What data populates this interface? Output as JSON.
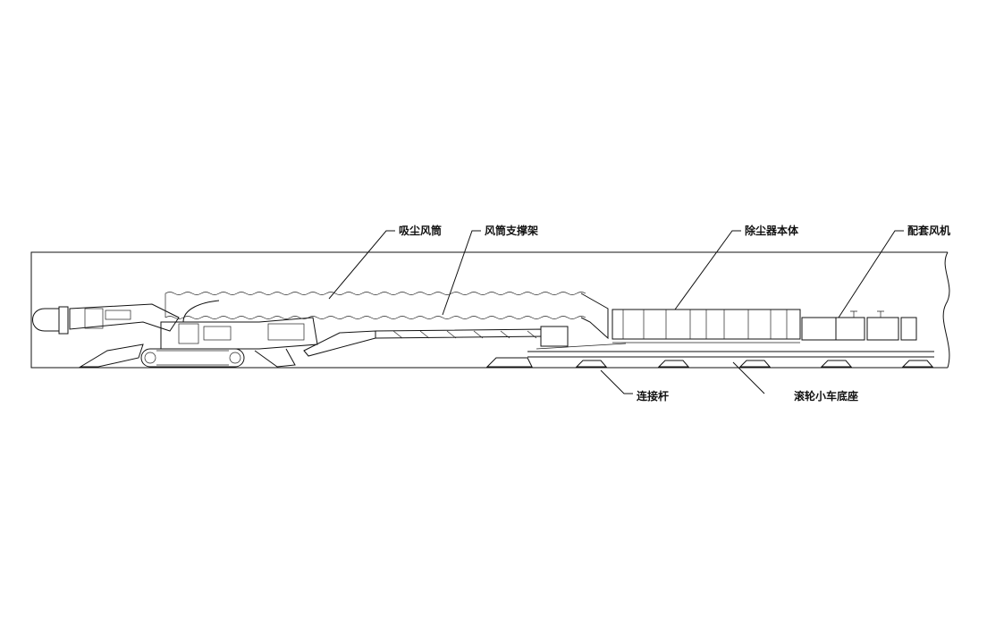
{
  "diagram": {
    "labels": {
      "suction_duct": "吸尘风筒",
      "duct_support": "风筒支撑架",
      "dust_collector": "除尘器本体",
      "fan": "配套风机",
      "connecting_rod": "连接杆",
      "roller_cart_base": "滚轮小车底座"
    }
  }
}
